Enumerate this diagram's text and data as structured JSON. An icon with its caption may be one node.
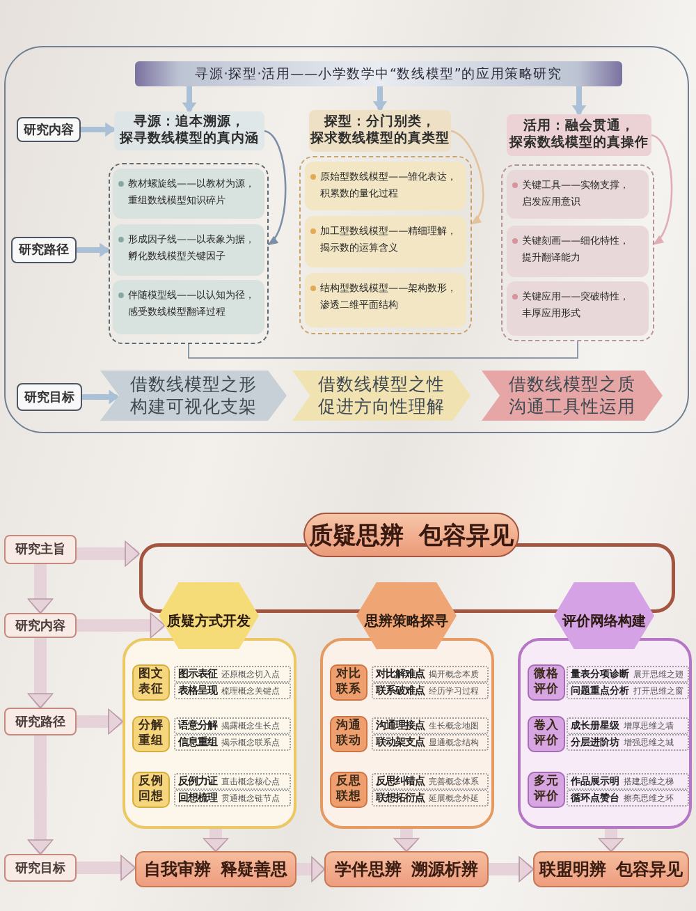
{
  "diagram": {
    "nodes": [
      {
        "text": [
          "寻源·探型·活用——小学数学中“数线模型”的应用策略研究"
        ]
      },
      {
        "text": [
          "研究内容"
        ]
      },
      {
        "text": [
          "寻源：追本溯源，探寻数线模型的真内涵"
        ]
      },
      {
        "text": [
          "探型：分门别类，探求数线模型的真类型"
        ]
      },
      {
        "text": [
          "活用：融会贯通，探索数线模型的真操作"
        ]
      },
      {
        "text": [
          "研究路径"
        ]
      },
      {
        "text": [],
        "shape": "box"
      },
      {
        "text": [
          "教材螺旋线——以教材为源，重组数线模型知识碎片"
        ],
        "in": 6
      },
      {
        "text": [
          "形成因子线——以表象为据，孵化数线模型关键因子"
        ],
        "in": 6
      },
      {
        "text": [
          "伴随模型线——以认知为径，感受数线模型翻译过程"
        ],
        "in": 6
      },
      {
        "text": [],
        "shape": "box"
      },
      {
        "text": [
          "原始型数线模型——雏化表达，积累数的量化过程"
        ],
        "in": 10
      },
      {
        "text": [
          "加工型数线模型——精细理解，揭示数的运算含义"
        ],
        "in": 10
      },
      {
        "text": [
          "结构型数线模型——架构数形，渗透二维平面结构"
        ],
        "in": 10
      },
      {
        "text": [],
        "shape": "box"
      },
      {
        "text": [
          "关键工具——实物支撑，启发应用意识"
        ],
        "in": 14
      },
      {
        "text": [
          "关键刻画——细化特性，提升翻译能力"
        ],
        "in": 14
      },
      {
        "text": [
          "关键应用——突破特性，丰厚应用形式"
        ],
        "in": 14
      },
      {
        "text": [
          "研究目标"
        ]
      },
      {
        "text": [
          "借数线模型之形构建可视化支架"
        ]
      },
      {
        "text": [
          "借数线模型之性促进方向性理解"
        ]
      },
      {
        "text": [
          "借数线模型之质沟通工具性运用"
        ]
      },
      {
        "text": [
          "研究主旨"
        ]
      },
      {
        "text": [
          "质疑思辨 包容异见"
        ]
      },
      {
        "text": [
          "研究内容"
        ]
      },
      {
        "text": [
          "质疑方式开发"
        ]
      },
      {
        "text": [
          "思辨策略探寻"
        ]
      },
      {
        "text": [
          "评价网络构建"
        ]
      },
      {
        "text": [
          "研究路径"
        ]
      },
      {
        "text": [],
        "shape": "box"
      },
      {
        "text": [
          "图文表征"
        ],
        "in": 29
      },
      {
        "text": [
          "图示表征",
          "还原概念切入点"
        ],
        "in": 29
      },
      {
        "text": [
          "表格呈现",
          "梳理概念关键点"
        ],
        "in": 29
      },
      {
        "text": [
          "分解重组"
        ],
        "in": 29
      },
      {
        "text": [
          "语意分解",
          "揭露概念生长点"
        ],
        "in": 29
      },
      {
        "text": [
          "信息重组",
          "揭示概念联系点"
        ],
        "in": 29
      },
      {
        "text": [
          "反例回想"
        ],
        "in": 29
      },
      {
        "text": [
          "反例力证",
          "直击概念核心点"
        ],
        "in": 29
      },
      {
        "text": [
          "回想梳理",
          "贯通概念链节点"
        ],
        "in": 29
      },
      {
        "text": [],
        "shape": "box"
      },
      {
        "text": [
          "对比联系"
        ],
        "in": 39
      },
      {
        "text": [
          "对比解难点",
          "揭开概念本质"
        ],
        "in": 39
      },
      {
        "text": [
          "联系破难点",
          "经历学习过程"
        ],
        "in": 39
      },
      {
        "text": [
          "沟通联动"
        ],
        "in": 39
      },
      {
        "text": [
          "沟通理接点",
          "生长概念地图"
        ],
        "in": 39
      },
      {
        "text": [
          "联动架支点",
          "显通概念结构"
        ],
        "in": 39
      },
      {
        "text": [
          "反思联想"
        ],
        "in": 39
      },
      {
        "text": [
          "反思纠错点",
          "完善概念体系"
        ],
        "in": 39
      },
      {
        "text": [
          "联想拓衍点",
          "延展概念外延"
        ],
        "in": 39
      },
      {
        "text": [],
        "shape": "box"
      },
      {
        "text": [
          "微格评价"
        ],
        "in": 49
      },
      {
        "text": [
          "量表分项诊断",
          "展开思维之翅"
        ],
        "in": 49
      },
      {
        "text": [
          "问题重点分析",
          "打开思维之窗"
        ],
        "in": 49
      },
      {
        "text": [
          "卷入评价"
        ],
        "in": 49
      },
      {
        "text": [
          "成长册星级",
          "增厚思维之墙"
        ],
        "in": 49
      },
      {
        "text": [
          "分层进阶坊",
          "增强思维之城"
        ],
        "in": 49
      },
      {
        "text": [
          "多元评价"
        ],
        "in": 49
      },
      {
        "text": [
          "作品展示明",
          "搭建思维之梯"
        ],
        "in": 49
      },
      {
        "text": [
          "循环点赞台",
          "擦亮思维之环"
        ],
        "in": 49
      },
      {
        "text": [
          "研究目标"
        ]
      },
      {
        "text": [
          "自我审辨 释疑善思"
        ]
      },
      {
        "text": [
          "学伴思辨 溯源析辨"
        ]
      },
      {
        "text": [
          "联盟明辨 包容异见"
        ]
      }
    ],
    "edges": [
      {
        "from": 0,
        "to": 2,
        "arrow": "to",
        "color": "#a9c0d6"
      },
      {
        "from": 0,
        "to": 3,
        "arrow": "to",
        "color": "#a9c0d6"
      },
      {
        "from": 0,
        "to": 4,
        "arrow": "to",
        "color": "#a9c0d6"
      },
      {
        "from": 1,
        "to": 2,
        "arrow": "to",
        "color": "#a9c0d6"
      },
      {
        "from": 2,
        "to": 6,
        "arrow": "to",
        "color": "#7d8fa6"
      },
      {
        "from": 3,
        "to": 10,
        "arrow": "to",
        "color": "#e3c29c"
      },
      {
        "from": 4,
        "to": 14,
        "arrow": "to",
        "color": "#e0adb6"
      },
      {
        "from": 5,
        "to": 6,
        "arrow": "to",
        "color": "#a9c0d6"
      },
      {
        "from": 6,
        "to": 14,
        "arrow": "none",
        "color": "#8d9ba8"
      },
      {
        "from": 18,
        "to": 19,
        "arrow": "to",
        "color": "#a9c0d6"
      },
      {
        "from": 22,
        "to": 23,
        "arrow": "to"
      },
      {
        "from": 22,
        "to": 24,
        "arrow": "to"
      },
      {
        "from": 24,
        "to": 25,
        "arrow": "to"
      },
      {
        "from": 24,
        "to": 28,
        "arrow": "to"
      },
      {
        "from": 28,
        "to": 29,
        "arrow": "to"
      },
      {
        "from": 28,
        "to": 59,
        "arrow": "to"
      },
      {
        "from": 59,
        "to": 60,
        "arrow": "to"
      },
      {
        "from": 29,
        "to": 60,
        "arrow": "to"
      },
      {
        "from": 39,
        "to": 61,
        "arrow": "to"
      },
      {
        "from": 49,
        "to": 62,
        "arrow": "to"
      },
      {
        "from": 60,
        "to": 61,
        "arrow": "to"
      },
      {
        "from": 61,
        "to": 62,
        "arrow": "to"
      }
    ]
  }
}
